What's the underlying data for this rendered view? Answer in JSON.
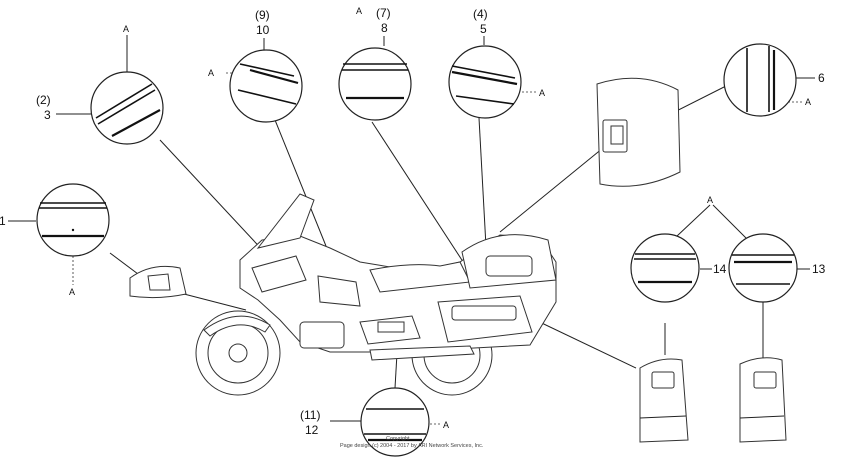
{
  "labels": {
    "c1": "1",
    "c2": "(2)",
    "c3": "3",
    "c4": "(4)",
    "c5": "5",
    "c6": "6",
    "c7": "(7)",
    "c8": "8",
    "c9": "(9)",
    "c10": "10",
    "c11": "(11)",
    "c12": "12",
    "c13": "13",
    "c14": "14",
    "ref": "A"
  },
  "copyright": {
    "line1": "Copyright",
    "line2": "Page design (c) 2004 - 2017 by ARI Network Services, Inc."
  },
  "colors": {
    "line": "#222222",
    "background": "#ffffff"
  }
}
